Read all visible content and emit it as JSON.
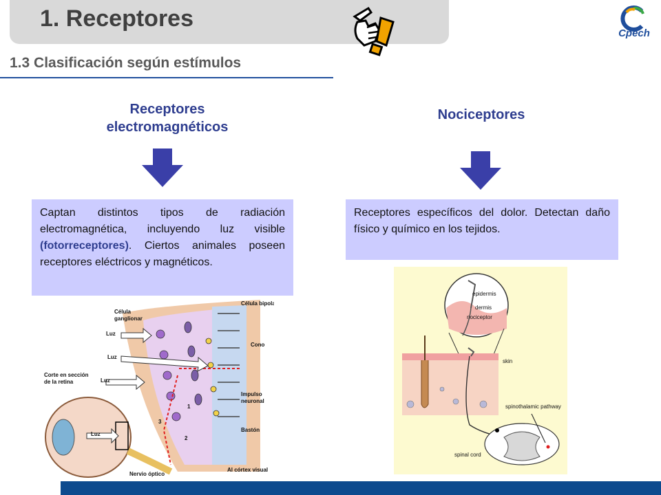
{
  "header": {
    "title": "1. Receptores",
    "logo_text": "Cpech",
    "hand_icon": "pointing-hand-exclamation-icon"
  },
  "subtitle": "1.3 Clasificación según estímulos",
  "columns": [
    {
      "heading_line1": "Receptores",
      "heading_line2": "electromagnéticos",
      "description_pre": "Captan distintos tipos de radiación electromagnética, incluyendo luz visible ",
      "description_highlight": "(fotorreceptores)",
      "description_post": ". Ciertos animales poseen receptores eléctricos y magnéticos."
    },
    {
      "heading_line1": "Nociceptores",
      "description_pre": "Receptores específicos del dolor. Detectan daño físico y químico en los tejidos."
    }
  ],
  "retina_figure": {
    "labels": {
      "celula_bipolar": "Célula bipolar",
      "celula_ganglionar_1": "Célula",
      "celula_ganglionar_2": "ganglionar",
      "luz": "Luz",
      "cono": "Cono",
      "corte_1": "Corte en sección",
      "corte_2": "de la retina",
      "impulso_1": "Impulso",
      "impulso_2": "neuronal",
      "baston": "Bastón",
      "nervio": "Nervio óptico",
      "cortex": "Al córtex visual",
      "num_1": "1",
      "num_2": "2",
      "num_3": "3"
    }
  },
  "skin_figure": {
    "labels": {
      "epidermis": "epidermis",
      "dermis": "dermis",
      "nociceptor": "nociceptor",
      "skin": "skin",
      "spinothalamic": "spinothalamic pathway",
      "spinal_cord": "spinal cord"
    }
  },
  "colors": {
    "title_bar": "#d9d9d9",
    "heading": "#2e3d8f",
    "box": "#ccccff",
    "arrow": "#3a3fa8",
    "footer": "#0d4a8e"
  }
}
